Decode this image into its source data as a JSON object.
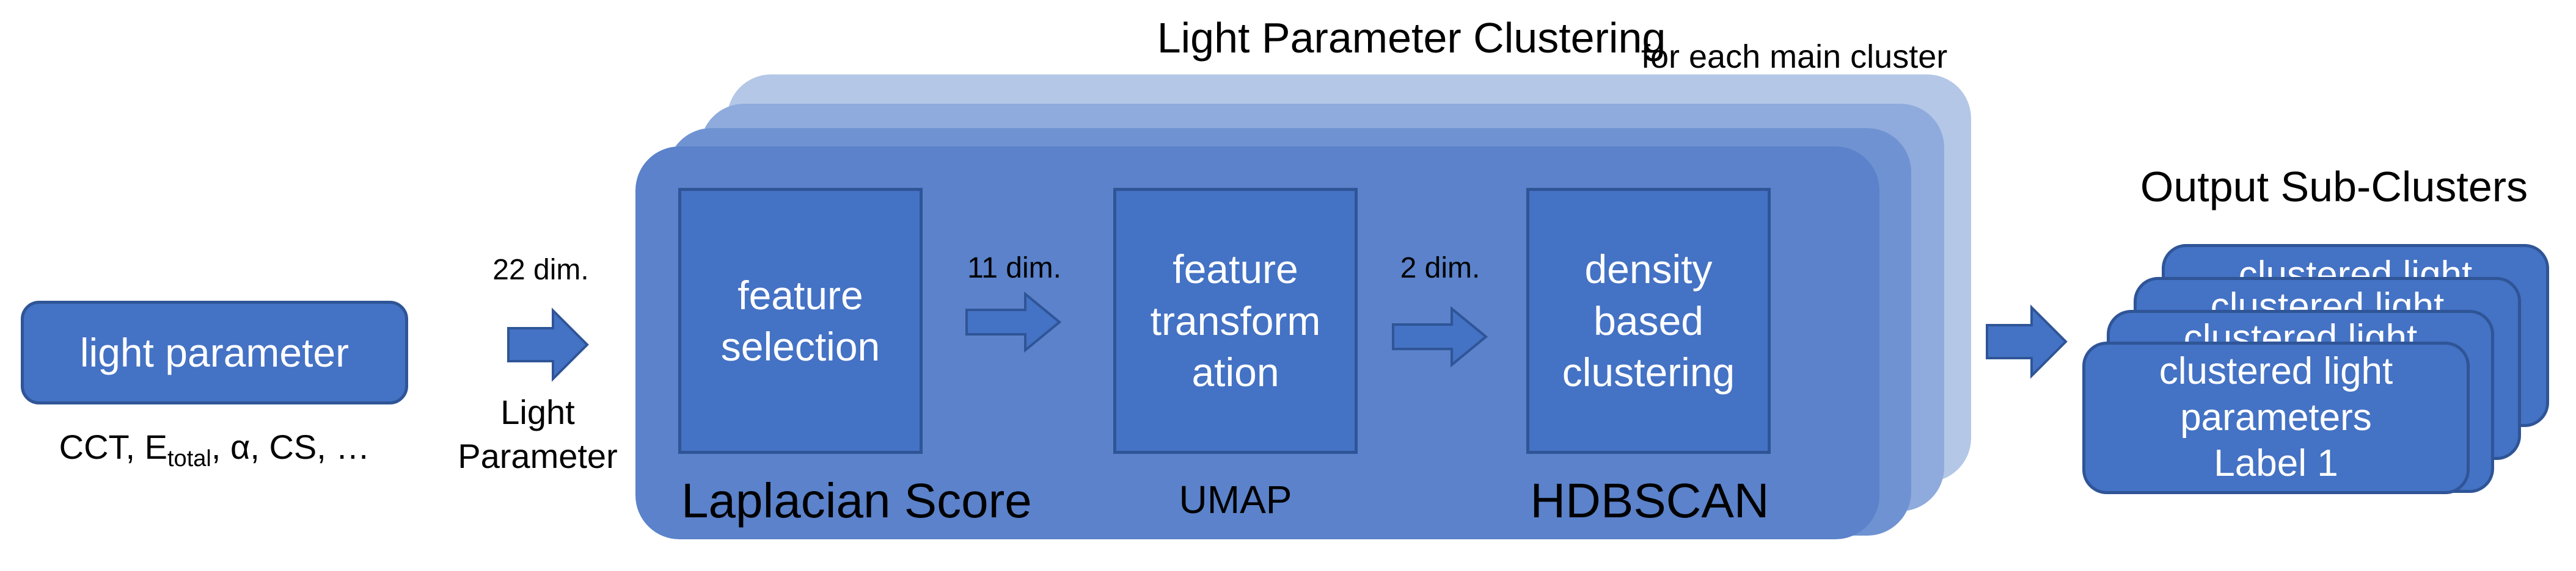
{
  "input": {
    "box_label": "light parameter",
    "caption_pre": "CCT, E",
    "caption_sub": "total",
    "caption_post": ", α, CS, …"
  },
  "arrow_in": {
    "top_label": "22 dim.",
    "bottom_label_line1": "Light",
    "bottom_label_line2": "Parameter"
  },
  "clustering": {
    "title": "Light Parameter Clustering",
    "loop_label": "for each main cluster",
    "steps": [
      {
        "box_line1": "feature",
        "box_line2": "selection",
        "method": "Laplacian Score"
      },
      {
        "box_line1": "feature",
        "box_line2": "transform",
        "box_line3": "ation",
        "method": "UMAP",
        "dim_in": "11 dim."
      },
      {
        "box_line1": "density",
        "box_line2": "based",
        "box_line3": "clustering",
        "method": "HDBSCAN",
        "dim_in": "2 dim."
      }
    ]
  },
  "output": {
    "title": "Output Sub-Clusters",
    "card_back_label": "clustered light",
    "card_front_line1": "clustered light",
    "card_front_line2": "parameters",
    "card_front_line3": "Label 1"
  },
  "colors": {
    "box_fill": "#4472C4",
    "box_border": "#2F5597",
    "stack_layers": [
      "#B4C7E7",
      "#8FAADC",
      "#6F93D2",
      "#5B82CA"
    ]
  }
}
